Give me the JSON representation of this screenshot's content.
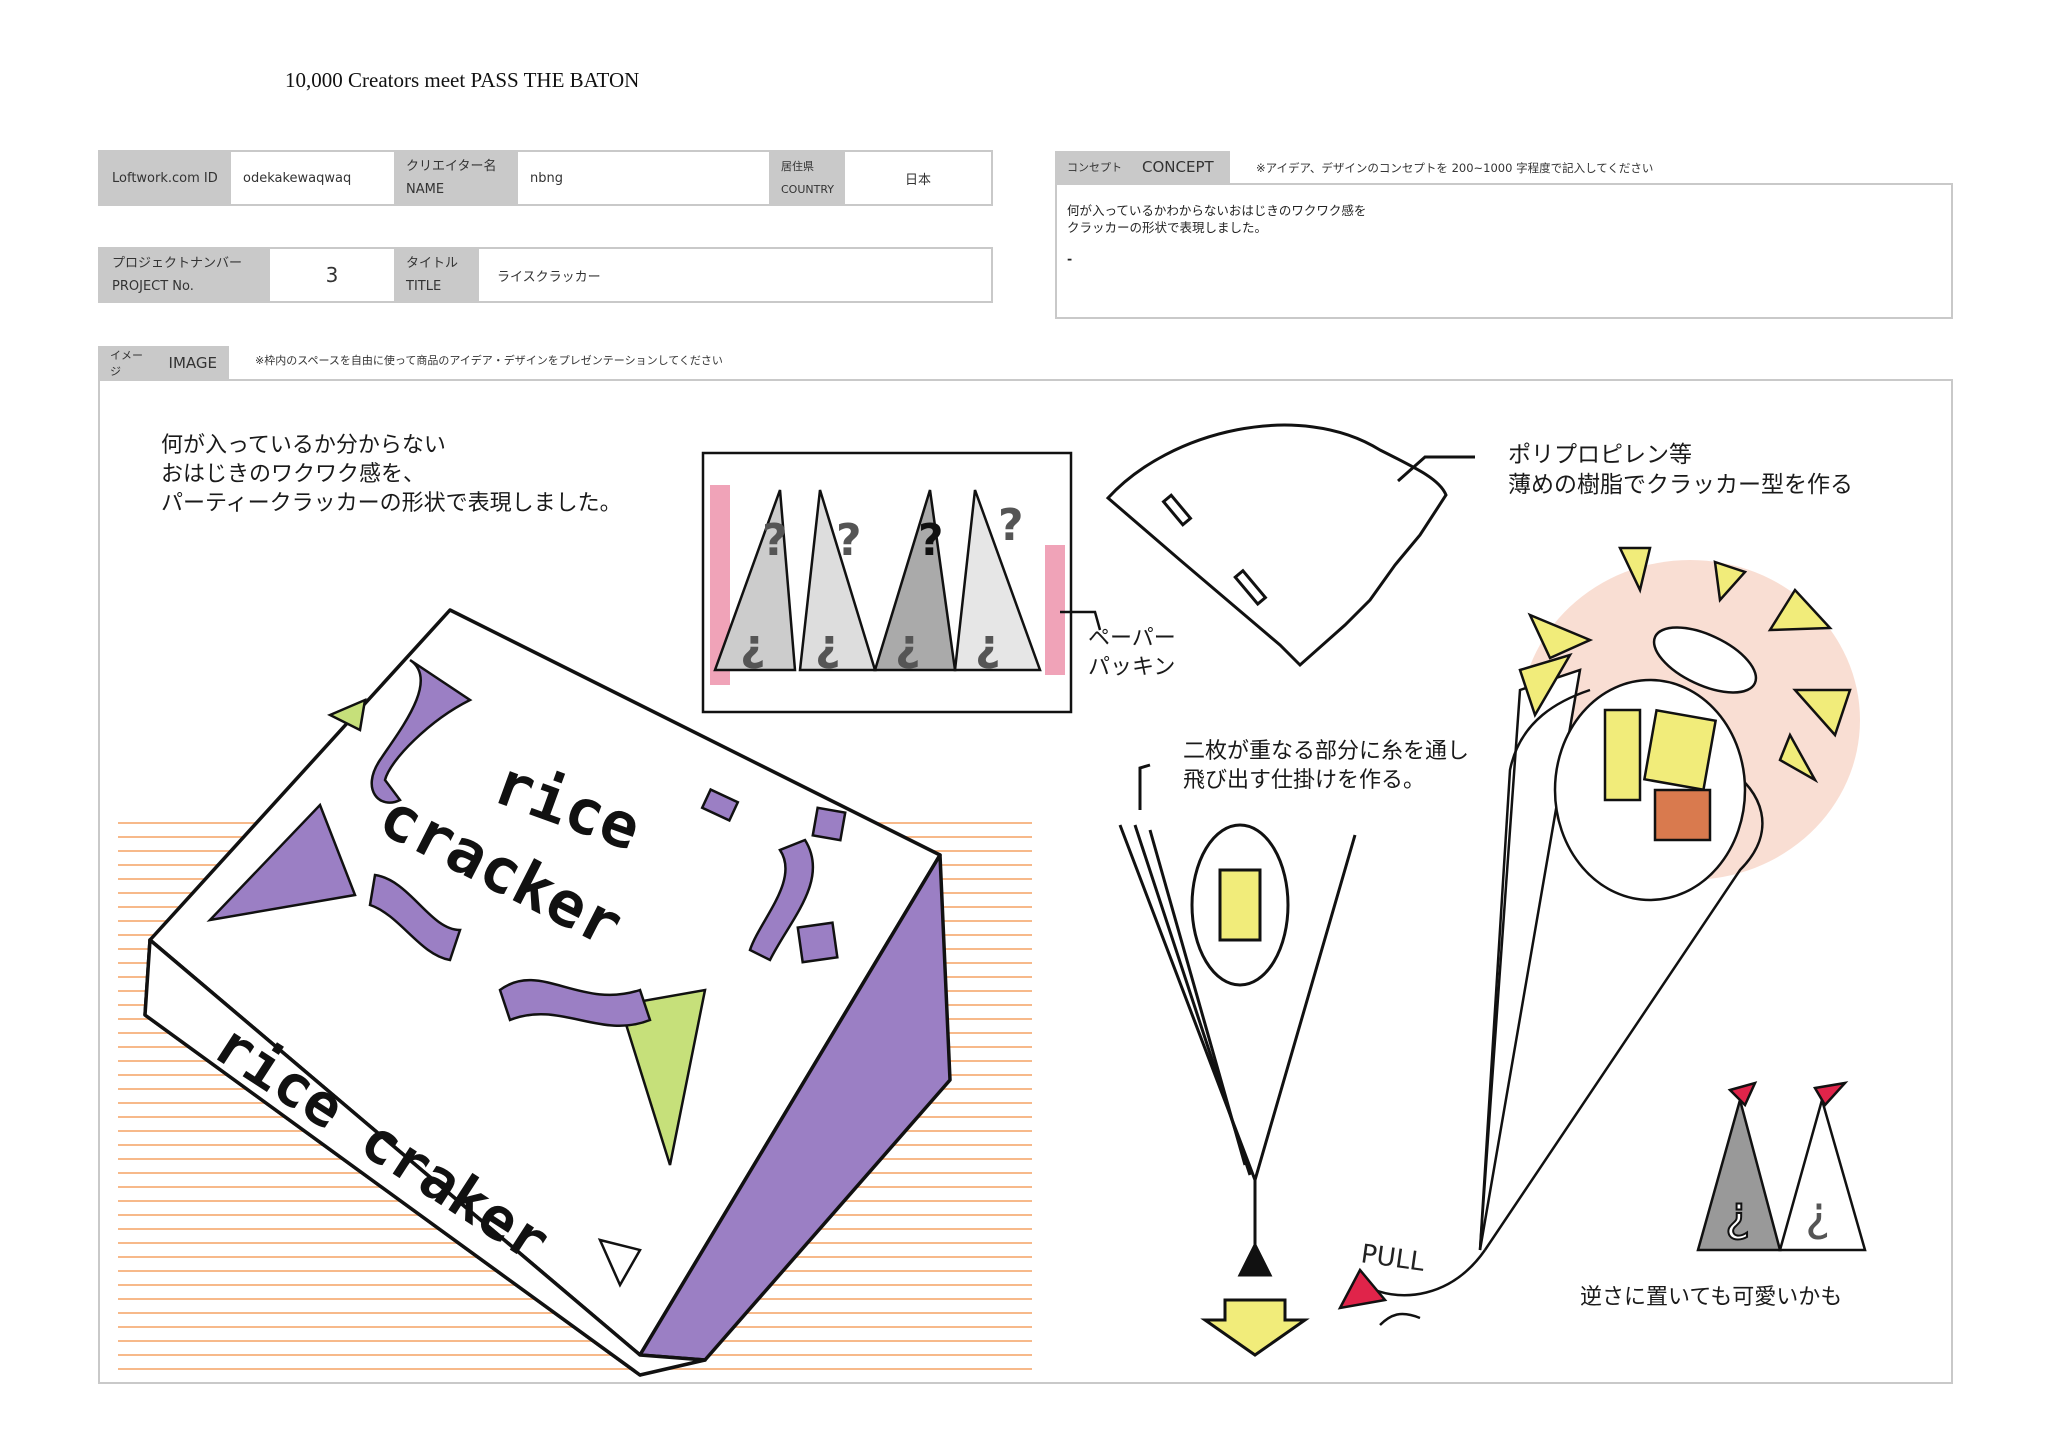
{
  "header": {
    "title": "10,000 Creators meet PASS THE BATON"
  },
  "info": {
    "loftwork_id_label": "Loftwork.com ID",
    "loftwork_id_value": "odekakewaqwaq",
    "name_label_jp": "クリエイター名",
    "name_label_en": "NAME",
    "name_value": "nbng",
    "country_label_jp": "居住県",
    "country_label_en": "COUNTRY",
    "country_value": "日本",
    "project_label_jp": "プロジェクトナンバー",
    "project_label_en": "PROJECT No.",
    "project_value": "3",
    "title_label_jp": "タイトル",
    "title_label_en": "TITLE",
    "title_value": "ライスクラッカー"
  },
  "concept": {
    "label_jp": "コンセプト",
    "label_en": "CONCEPT",
    "note": "※アイデア、デザインのコンセプトを 200~1000 字程度で記入してください",
    "line1": "何が入っているかわからないおはじきのワクワク感を",
    "line2": "クラッカーの形状で表現しました。",
    "line3": "-"
  },
  "image": {
    "label_jp": "イメージ",
    "label_en": "IMAGE",
    "note": "※枠内のスペースを自由に使って商品のアイデア・デザインをプレゼンテーションしてください",
    "annotations": {
      "intro": "何が入っているか分からない\nおはじきのワクワク感を、\nパーティークラッカーの形状で表現しました。",
      "paper": "ペーパー\nパッキン",
      "material": "ポリプロピレン等\n薄めの樹脂でクラッカー型を作る",
      "string": "二枚が重なる部分に糸を通し\n飛び出す仕掛けを作る。",
      "pull": "PULL",
      "upside": "逆さに置いても可愛いかも",
      "box_lid": "rice cracker",
      "box_lid_1": "rice",
      "box_lid_2": "cracker",
      "box_side": "rice craker",
      "q": "?",
      "iq": "¿"
    },
    "colors": {
      "purple": "#9b7fc4",
      "green": "#c6e07a",
      "stripe": "#f7b98a",
      "red": "#e0244a",
      "yellow": "#f1ec7a",
      "orange": "#f0a58a",
      "pink": "#f0a3b8"
    }
  }
}
